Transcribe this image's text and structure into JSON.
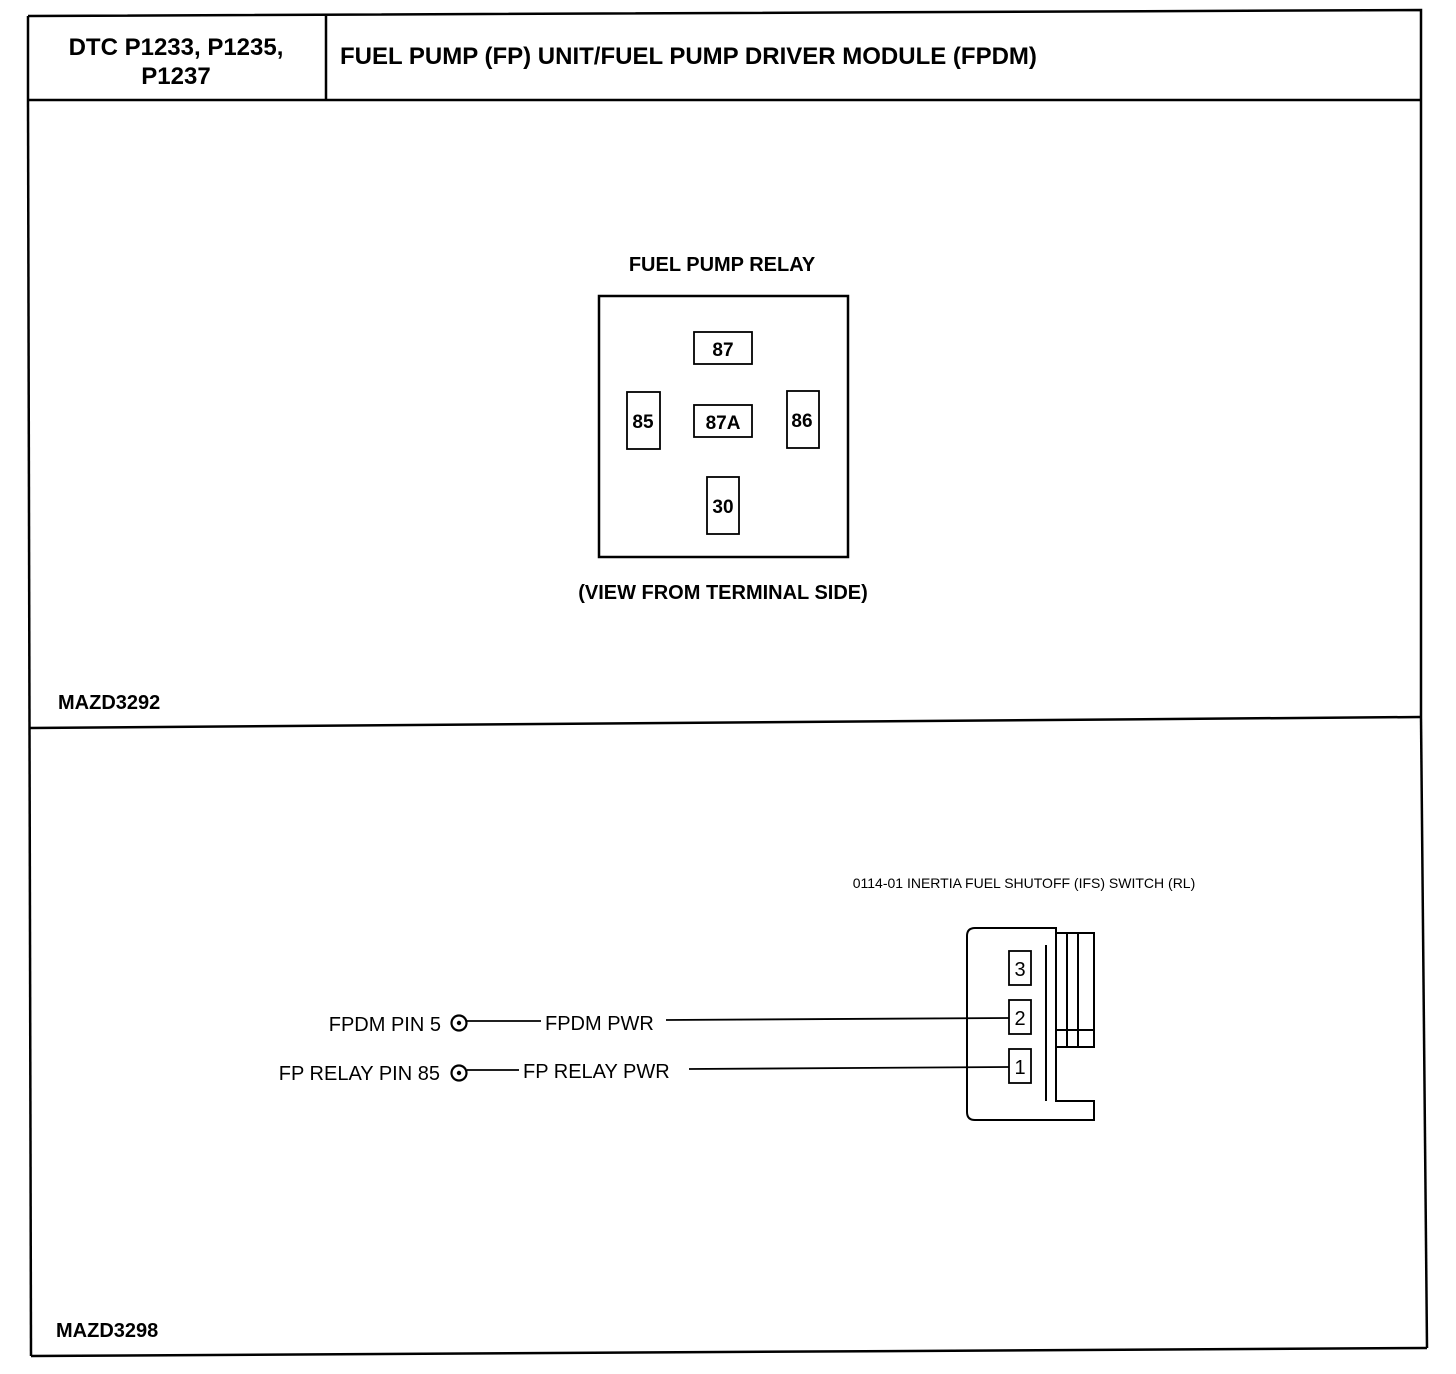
{
  "header": {
    "dtc_line1": "DTC P1233, P1235,",
    "dtc_line2": "P1237",
    "title": "FUEL PUMP (FP) UNIT/FUEL PUMP DRIVER MODULE (FPDM)"
  },
  "relay_panel": {
    "title": "FUEL PUMP RELAY",
    "pins": {
      "p87": "87",
      "p85": "85",
      "p87a": "87A",
      "p86": "86",
      "p30": "30"
    },
    "view_note": "(VIEW FROM TERMINAL SIDE)",
    "figure_id": "MAZD3292"
  },
  "switch_panel": {
    "switch_label": "0114-01 INERTIA FUEL SHUTOFF (IFS) SWITCH (RL)",
    "pins": {
      "p3": "3",
      "p2": "2",
      "p1": "1"
    },
    "circuit1": {
      "from": "FPDM PIN 5",
      "wire": "FPDM PWR"
    },
    "circuit2": {
      "from": "FP RELAY PIN 85",
      "wire": "FP RELAY PWR"
    },
    "figure_id": "MAZD3298"
  }
}
